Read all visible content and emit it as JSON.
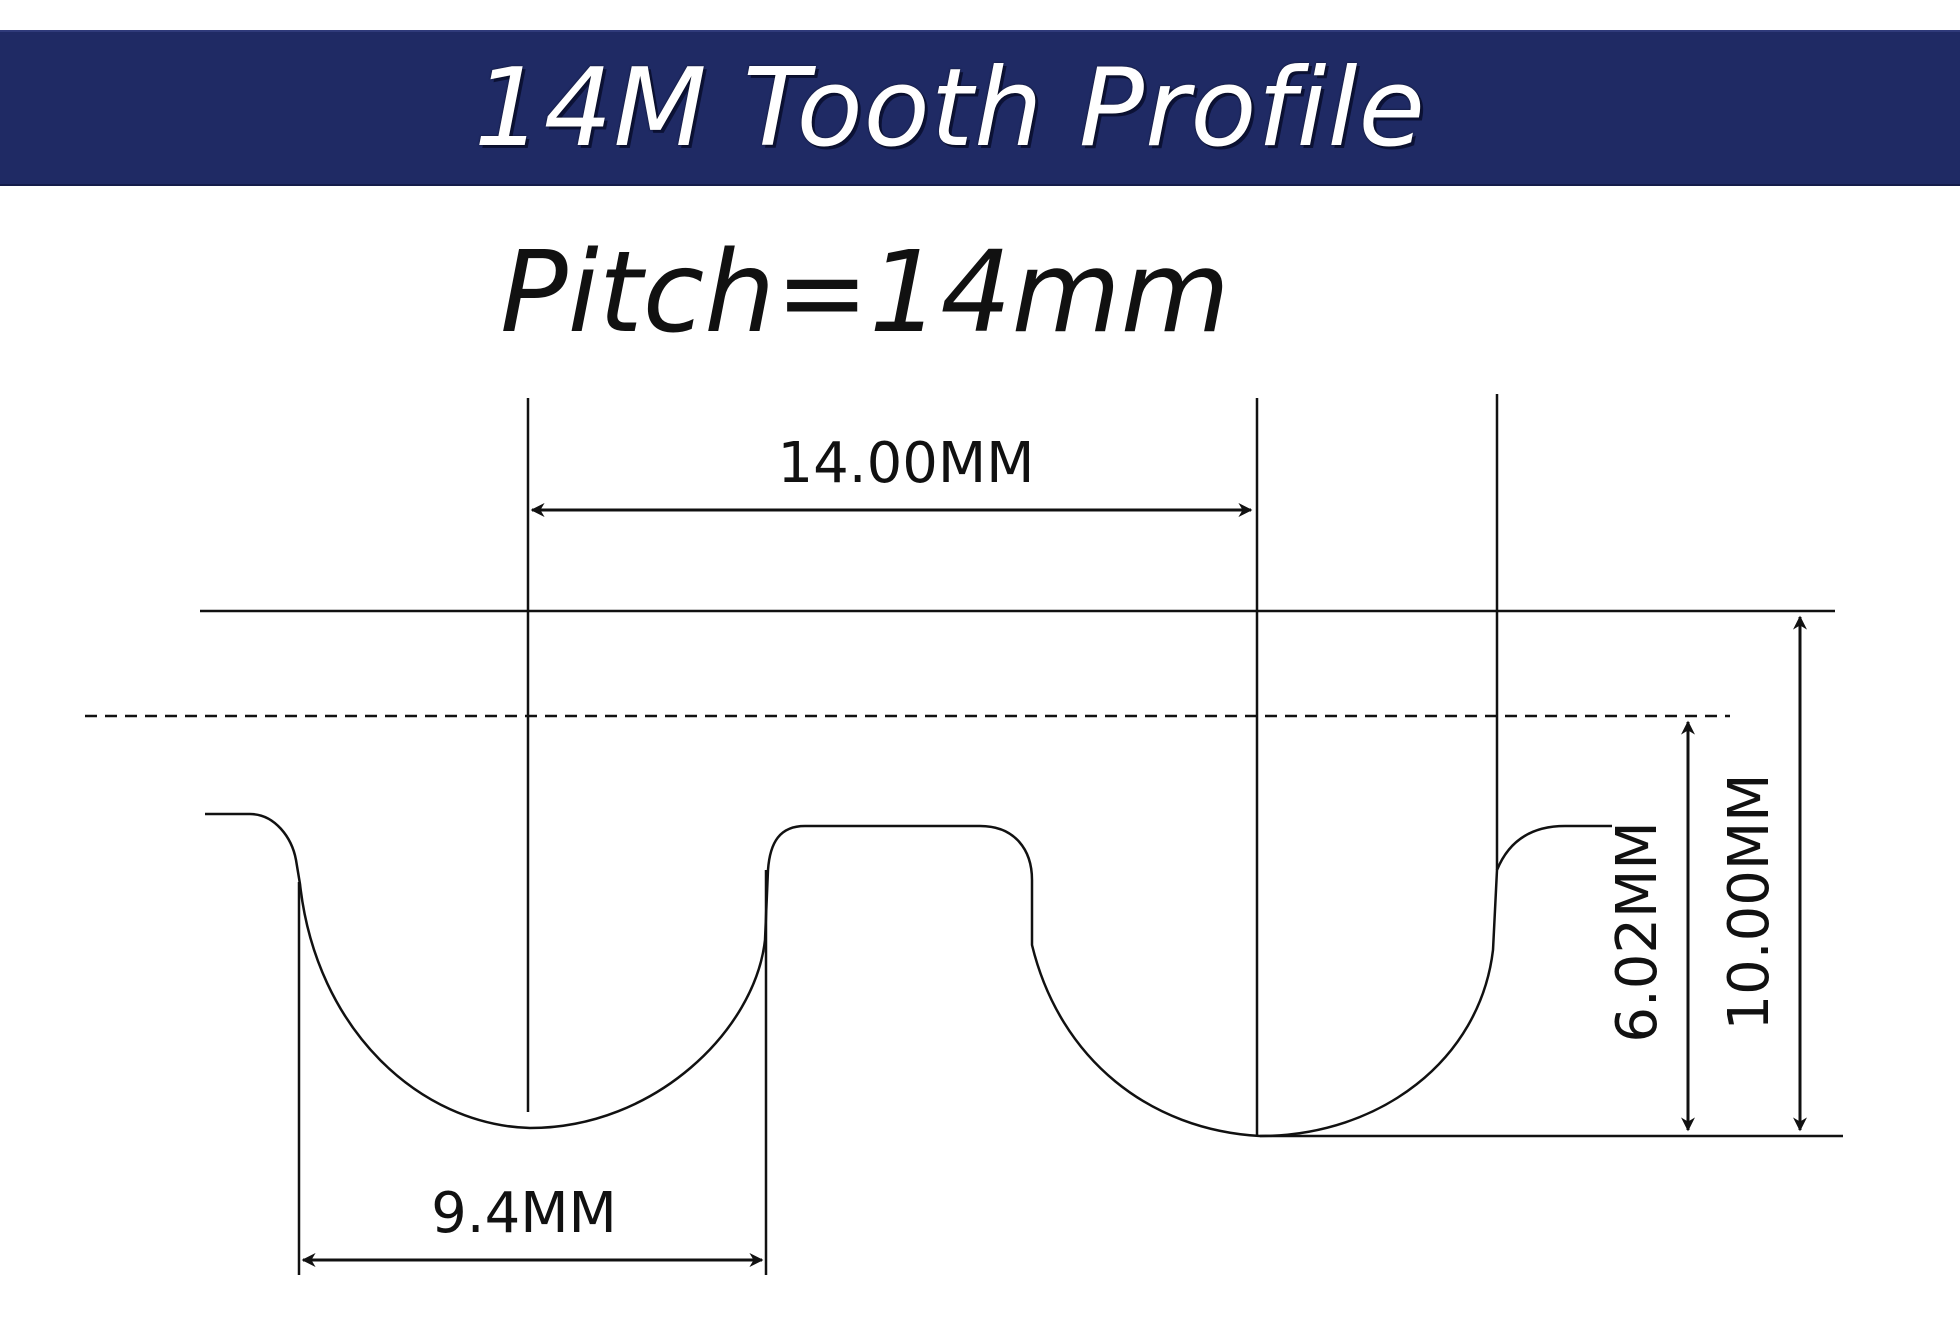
{
  "header": {
    "title": "14M Tooth Profile"
  },
  "subtitle": "Pitch=14mm",
  "dimensions": {
    "pitch_label": "14.00MM",
    "tooth_width_label": "9.4MM",
    "tooth_height_label": "6.02MM",
    "belt_height_label": "10.00MM"
  },
  "colors": {
    "banner_background": "#1f2a64",
    "banner_text": "#ffffff",
    "line": "#111111"
  }
}
